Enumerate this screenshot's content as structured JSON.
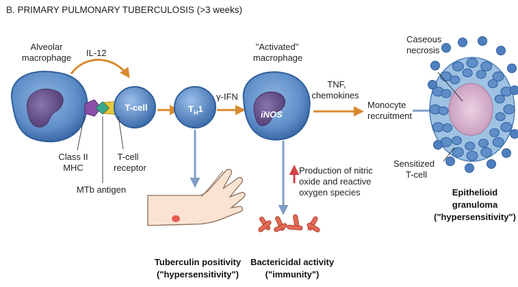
{
  "title": "B. PRIMARY PULMONARY TUBERCULOSIS (>3 weeks)",
  "labels": {
    "alveolar_macrophage_l1": "Alveolar",
    "alveolar_macrophage_l2": "macrophage",
    "il12": "IL-12",
    "tcell": "T-cell",
    "th1_main": "T",
    "th1_sub": "H",
    "th1_tail": "1",
    "ifn": "γ-IFN",
    "activated_l1": "\"Activated\"",
    "activated_l2": "macrophage",
    "inos": "iNOS",
    "tnf_l1": "TNF,",
    "tnf_l2": "chemokines",
    "monocyte_l1": "Monocyte",
    "monocyte_l2": "recruitment",
    "caseous_l1": "Caseous",
    "caseous_l2": "necrosis",
    "sensitized_l1": "Sensitized",
    "sensitized_l2": "T-cell",
    "class2_l1": "Class II",
    "class2_l2": "MHC",
    "tcr_l1": "T-cell",
    "tcr_l2": "receptor",
    "mtb_antigen": "MTb antigen",
    "production_l1": "Production of nitric",
    "production_l2": "oxide and reactive",
    "production_l3": "oxygen species"
  },
  "captions": {
    "tuberculin_l1": "Tuberculin positivity",
    "tuberculin_l2": "(\"hypersensitivity\")",
    "bactericidal_l1": "Bactericidal activity",
    "bactericidal_l2": "(\"immunity\")",
    "granuloma_l1": "Epithelioid",
    "granuloma_l2": "granuloma",
    "granuloma_l3": "(\"hypersensitivity\")"
  },
  "colors": {
    "cell_fill": "#5f8ec8",
    "cell_edge": "#2e5e9c",
    "nucleus": "#6f5a92",
    "arrow_orange": "#d98a2f",
    "arrow_blue": "#7f9fc6",
    "up_arrow_red": "#d2444a",
    "necrosis": "#d9b6d0",
    "bacteria": "#e36a55"
  }
}
